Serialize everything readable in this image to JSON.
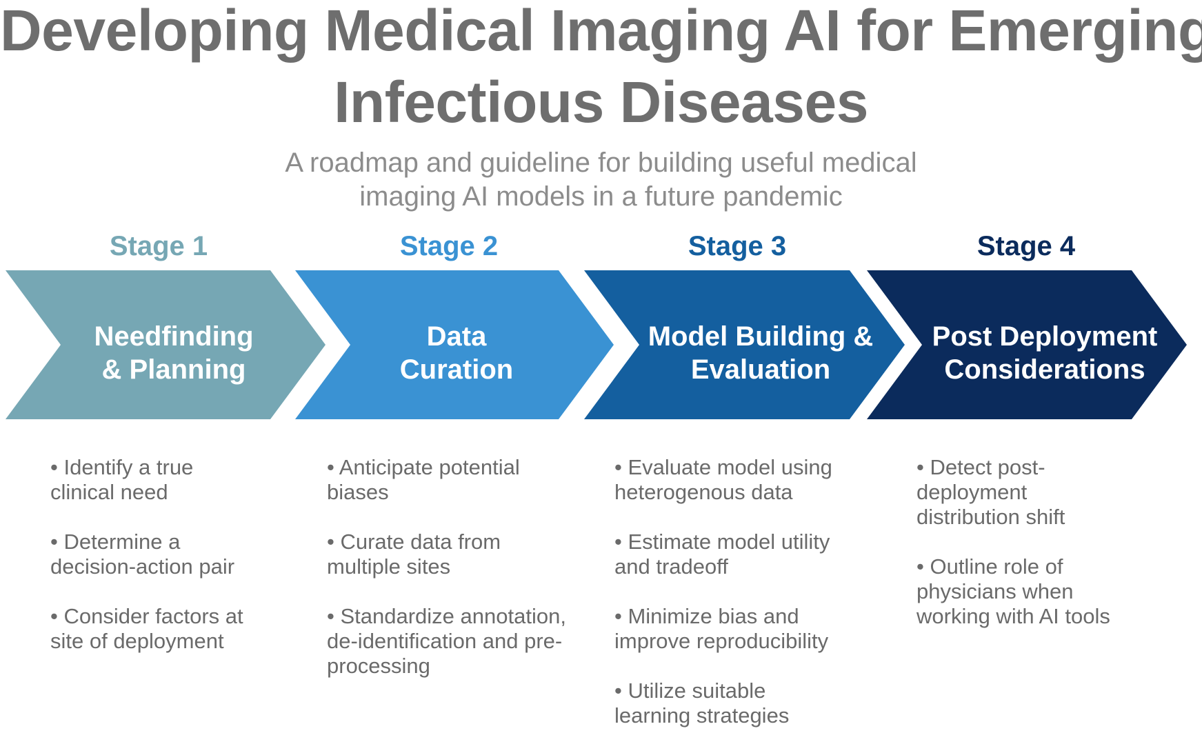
{
  "title": {
    "line1": "Developing Medical Imaging AI for Emerging",
    "line2": "Infectious Diseases"
  },
  "subtitle": {
    "line1": "A roadmap and guideline for building useful medical",
    "line2": "imaging AI models in a future pandemic"
  },
  "colors": {
    "stage1": "#76a7b4",
    "stage2": "#3a92d3",
    "stage3": "#145f9f",
    "stage4": "#0b2b5c",
    "title": "#6e6e6e",
    "subtitle": "#8c8c8c",
    "bullets": "#6a6a6a"
  },
  "stages": [
    {
      "label": "Stage 1",
      "name_lines": [
        "Needfinding",
        "& Planning"
      ],
      "bullets": [
        [
          "• Identify a true",
          "clinical need"
        ],
        [
          "• Determine a",
          "decision-action pair"
        ],
        [
          "• Consider factors at",
          "site of deployment"
        ]
      ]
    },
    {
      "label": "Stage 2",
      "name_lines": [
        "Data",
        "Curation"
      ],
      "bullets": [
        [
          "• Anticipate potential",
          "biases"
        ],
        [
          "• Curate data from",
          "multiple sites"
        ],
        [
          "• Standardize annotation,",
          "de-identification and pre-",
          "processing"
        ]
      ]
    },
    {
      "label": "Stage 3",
      "name_lines": [
        "Model Building &",
        "Evaluation"
      ],
      "bullets": [
        [
          "• Evaluate model using",
          "heterogenous data"
        ],
        [
          "• Estimate model utility",
          "and tradeoff"
        ],
        [
          "• Minimize bias and",
          "improve reproducibility"
        ],
        [
          "• Utilize suitable",
          "learning strategies"
        ]
      ]
    },
    {
      "label": "Stage 4",
      "name_lines": [
        "Post Deployment",
        "Considerations"
      ],
      "bullets": [
        [
          "• Detect post-",
          "deployment",
          "distribution shift"
        ],
        [
          "• Outline role of",
          "physicians when",
          "working with AI tools"
        ]
      ]
    }
  ]
}
